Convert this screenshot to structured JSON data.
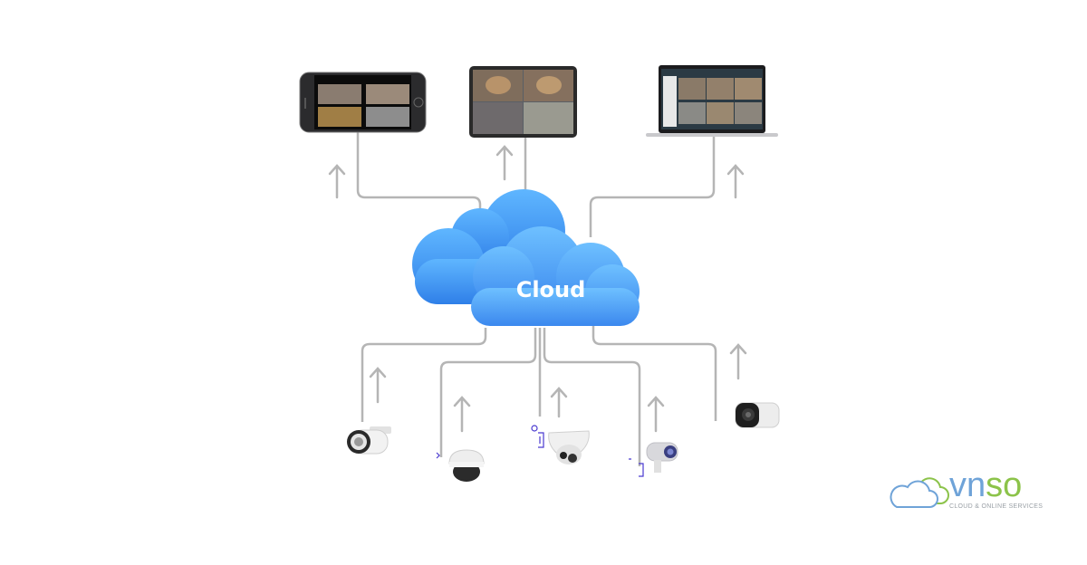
{
  "diagram": {
    "title": "Cloud camera monitoring diagram",
    "center_node": {
      "label": "Cloud",
      "color": "#3f9cf5"
    },
    "line_color": "#b5b5b5",
    "viewer_devices": [
      {
        "name": "smartphone",
        "position": "top-left",
        "flow": "up"
      },
      {
        "name": "tablet",
        "position": "top-center",
        "flow": "up"
      },
      {
        "name": "laptop",
        "position": "top-right",
        "flow": "up"
      }
    ],
    "cameras": [
      {
        "name": "bullet-camera",
        "flow": "up"
      },
      {
        "name": "dome-camera",
        "flow": "up"
      },
      {
        "name": "turret-camera",
        "flow": "up"
      },
      {
        "name": "box-camera",
        "flow": "up"
      },
      {
        "name": "mini-bullet-camera",
        "flow": "up"
      }
    ]
  },
  "logo": {
    "brand": "vnso",
    "brand_part1": "vn",
    "brand_part2": "so",
    "tagline": "CLOUD & ONLINE SERVICES",
    "color_blue": "#6fa3d8",
    "color_green": "#8cc34a"
  }
}
